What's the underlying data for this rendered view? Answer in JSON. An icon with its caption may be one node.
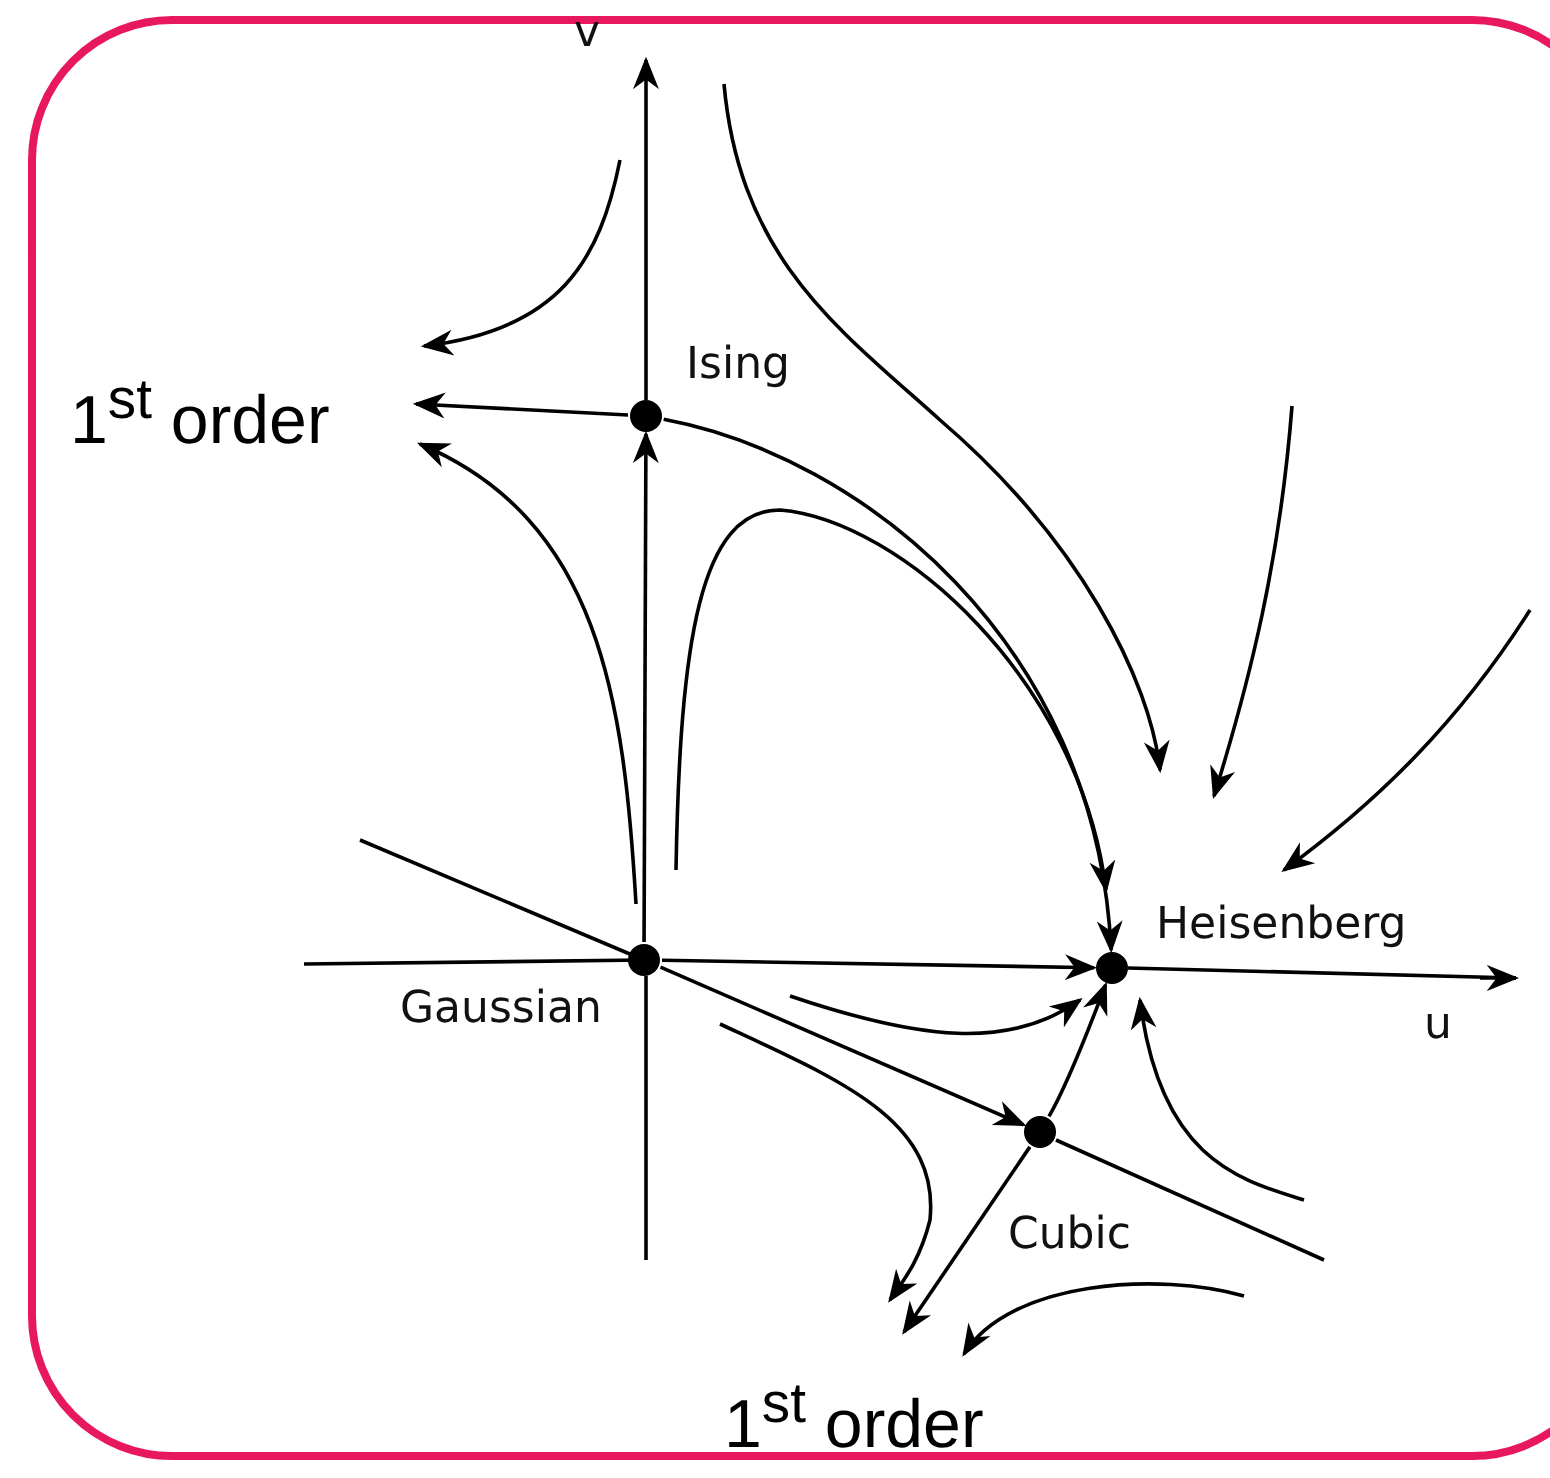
{
  "diagram": {
    "nodes": [
      {
        "text": [
          "1$^{st}$ order"
        ]
      },
      {
        "text": [],
        "shape": "circle",
        "beside": [
          "Ising"
        ]
      },
      {
        "text": [],
        "shape": "circle",
        "beside": [
          "Gaussian"
        ]
      },
      {
        "text": [],
        "shape": "circle",
        "beside": [
          "Heisenberg"
        ]
      },
      {
        "text": [],
        "shape": "circle",
        "beside": [
          "Cubic"
        ]
      },
      {
        "text": [
          "1$^{st}$ order"
        ]
      }
    ],
    "edges": [
      {
        "from": 1,
        "to": 0,
        "arrow": "to"
      },
      {
        "from": 2,
        "to": 1,
        "arrow": "to"
      },
      {
        "from": 1,
        "to": 3,
        "arrow": "to"
      },
      {
        "from": 2,
        "to": 3,
        "arrow": "to"
      },
      {
        "from": 2,
        "to": 4,
        "arrow": "to"
      },
      {
        "from": 4,
        "to": 3,
        "arrow": "to"
      },
      {
        "from": 4,
        "to": 5,
        "arrow": "to"
      }
    ],
    "labels": [
      "v",
      "u"
    ]
  }
}
